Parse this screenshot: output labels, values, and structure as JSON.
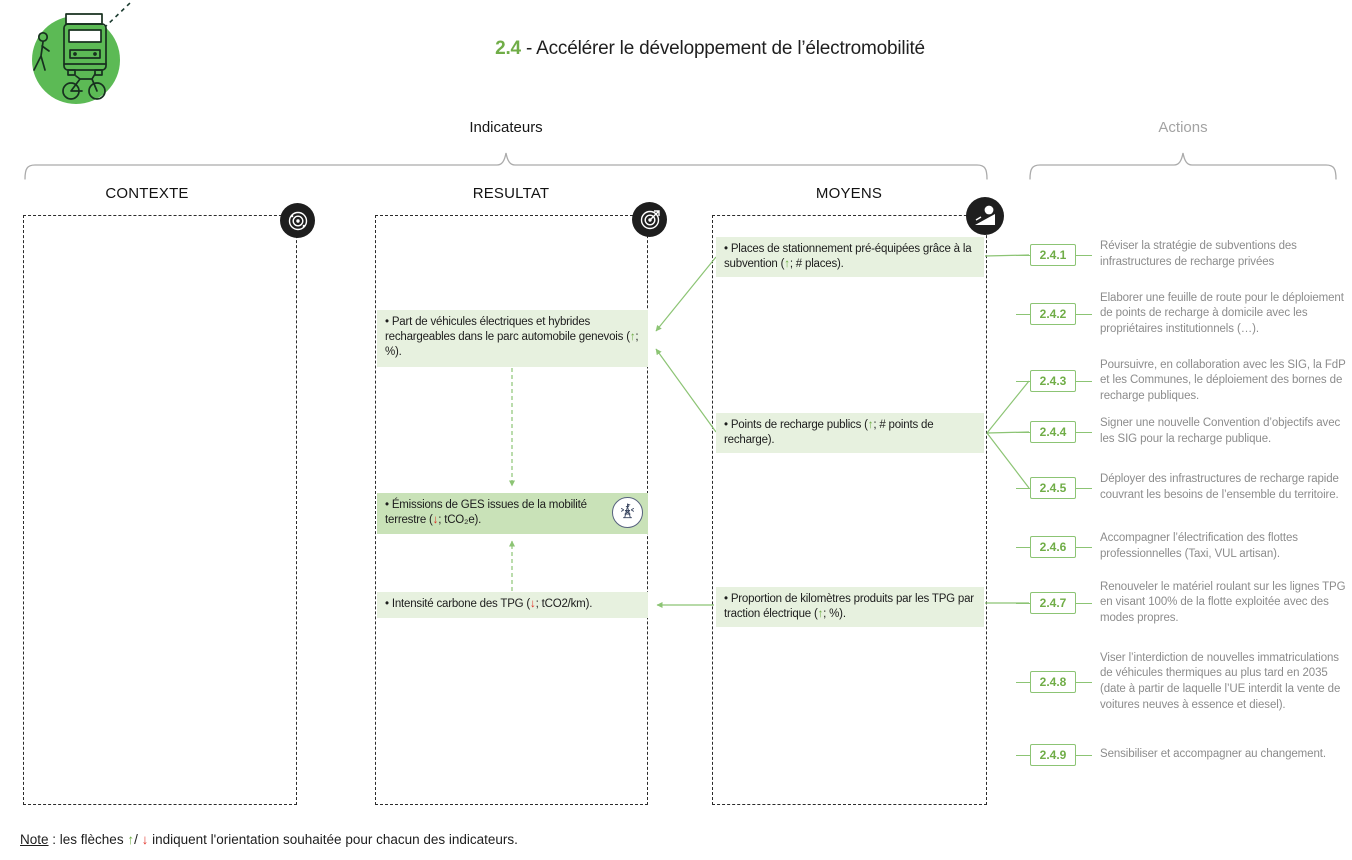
{
  "title": {
    "number": "2.4",
    "separator": " - ",
    "text": "Accélérer le développement de l’électromobilité"
  },
  "sections": {
    "indicateurs": "Indicateurs",
    "actions": "Actions"
  },
  "columns": [
    {
      "label": "CONTEXTE",
      "icon": "radar-target-icon"
    },
    {
      "label": "RESULTAT",
      "icon": "bullseye-arrow-icon"
    },
    {
      "label": "MOYENS",
      "icon": "push-ball-icon"
    }
  ],
  "indicators": {
    "resultat": [
      {
        "pre": "• Part de véhicules électriques et hybrides rechargeables dans le parc automobile genevois (",
        "arrow": "↑",
        "post": "; %)."
      },
      {
        "pre": "• Émissions de GES issues de la mobilité terrestre (",
        "arrow": "↓",
        "post": "; tCO₂e).",
        "icon": "lighthouse-icon"
      },
      {
        "pre": "• Intensité carbone des TPG (",
        "arrow": "↓",
        "post": "; tCO2/km)."
      }
    ],
    "moyens": [
      {
        "pre": "• Places de stationnement pré-équipées grâce à la subvention (",
        "arrow": "↑",
        "post": "; # places)."
      },
      {
        "pre": "• Points de recharge publics (",
        "arrow": "↑",
        "post": "; # points de recharge)."
      },
      {
        "pre": "• Proportion de kilomètres produits par les TPG par traction électrique (",
        "arrow": "↑",
        "post": "; %)."
      }
    ]
  },
  "actions": [
    {
      "id": "2.4.1",
      "text": "Réviser la stratégie de subventions des infrastructures de recharge privées"
    },
    {
      "id": "2.4.2",
      "text": "Elaborer une feuille de route pour le déploiement de points de recharge à domicile avec les propriétaires institutionnels (…)."
    },
    {
      "id": "2.4.3",
      "text": "Poursuivre, en collaboration avec les SIG, la FdP et les Communes, le déploiement des bornes de recharge publiques."
    },
    {
      "id": "2.4.4",
      "text": "Signer une nouvelle Convention d’objectifs avec les SIG pour la recharge publique."
    },
    {
      "id": "2.4.5",
      "text": "Déployer des infrastructures de recharge rapide couvrant les besoins de l’ensemble du territoire."
    },
    {
      "id": "2.4.6",
      "text": "Accompagner l’électrification des flottes professionnelles (Taxi, VUL artisan)."
    },
    {
      "id": "2.4.7",
      "text": "Renouveler le matériel roulant sur les lignes TPG en visant 100% de la flotte exploitée avec des modes propres."
    },
    {
      "id": "2.4.8",
      "text": "Viser l’interdiction de nouvelles immatriculations de véhicules thermiques au plus tard en 2035 (date à partir de laquelle l’UE interdit la vente de voitures neuves à essence et diesel)."
    },
    {
      "id": "2.4.9",
      "text": "Sensibiliser et accompagner au changement."
    }
  ],
  "note": {
    "label": "Note",
    "mid": " : les flèches ",
    "up": "↑",
    "slash": "/ ",
    "down": "↓",
    "rest": " indiquent l'orientation souhaitée pour chacun des indicateurs."
  },
  "colors": {
    "accent_green": "#70AD47",
    "light_green_fill": "#E7F1DF",
    "medium_green_fill": "#C9E2B8",
    "line_green": "#8CC474",
    "alert_red": "#E03026",
    "muted_gray": "#8C8C8C"
  }
}
